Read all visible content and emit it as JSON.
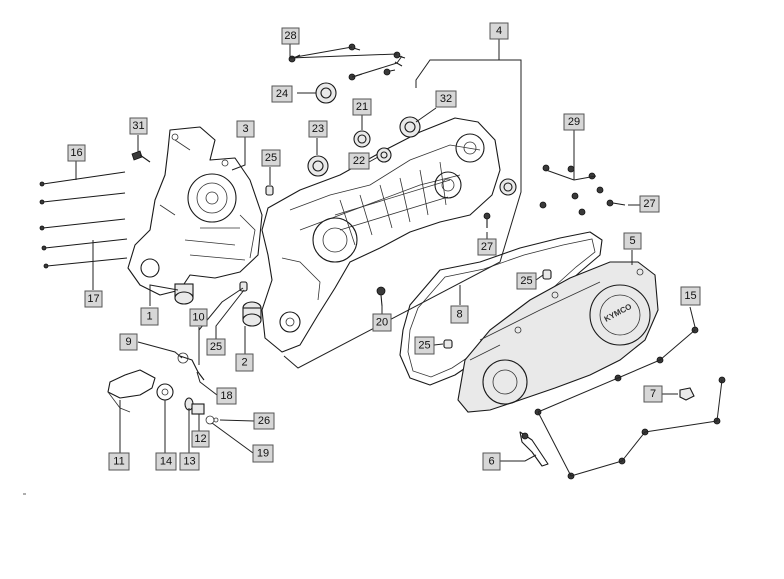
{
  "brand_text": "KYMCO",
  "callouts": [
    {
      "id": "c28",
      "text": "28"
    },
    {
      "id": "c4",
      "text": "4"
    },
    {
      "id": "c24",
      "text": "24"
    },
    {
      "id": "c21",
      "text": "21"
    },
    {
      "id": "c32",
      "text": "32"
    },
    {
      "id": "c31",
      "text": "31"
    },
    {
      "id": "c3",
      "text": "3"
    },
    {
      "id": "c23",
      "text": "23"
    },
    {
      "id": "c25a",
      "text": "25"
    },
    {
      "id": "c22",
      "text": "22"
    },
    {
      "id": "c29",
      "text": "29"
    },
    {
      "id": "c16",
      "text": "16"
    },
    {
      "id": "c27a",
      "text": "27"
    },
    {
      "id": "c27b",
      "text": "27"
    },
    {
      "id": "c5",
      "text": "5"
    },
    {
      "id": "c17",
      "text": "17"
    },
    {
      "id": "c25b",
      "text": "25"
    },
    {
      "id": "c1",
      "text": "1"
    },
    {
      "id": "c15",
      "text": "15"
    },
    {
      "id": "c10",
      "text": "10"
    },
    {
      "id": "c20",
      "text": "20"
    },
    {
      "id": "c8",
      "text": "8"
    },
    {
      "id": "c25c",
      "text": "25"
    },
    {
      "id": "c9",
      "text": "9"
    },
    {
      "id": "c2",
      "text": "2"
    },
    {
      "id": "c25d",
      "text": "25"
    },
    {
      "id": "c18",
      "text": "18"
    },
    {
      "id": "c7",
      "text": "7"
    },
    {
      "id": "c26",
      "text": "26"
    },
    {
      "id": "c12",
      "text": "12"
    },
    {
      "id": "c19",
      "text": "19"
    },
    {
      "id": "c6",
      "text": "6"
    },
    {
      "id": "c11",
      "text": "11"
    },
    {
      "id": "c14",
      "text": "14"
    },
    {
      "id": "c13",
      "text": "13"
    }
  ]
}
